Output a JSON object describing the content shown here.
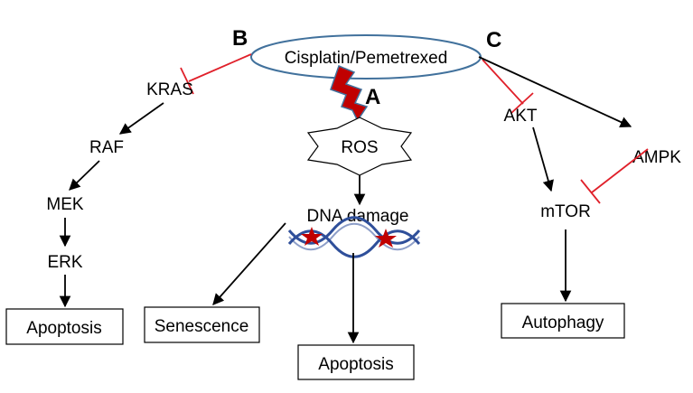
{
  "colors": {
    "inhibit": "#e0202a",
    "drug_outline": "#41719c",
    "bolt_fill": "#c00000",
    "bolt_stroke": "#41719c",
    "dna_strand": "#2f4f9a",
    "dna_star": "#c00000"
  },
  "drug": {
    "label": "Cisplatin/Pemetrexed"
  },
  "panels": {
    "a": "A",
    "b": "B",
    "c": "C"
  },
  "nodes": {
    "kras": "KRAS",
    "raf": "RAF",
    "mek": "MEK",
    "erk": "ERK",
    "ros": "ROS",
    "dna_damage": "DNA damage",
    "akt": "AKT",
    "ampk": "AMPK",
    "mtor": "mTOR"
  },
  "outcomes": {
    "apoptosis_left": "Apoptosis",
    "senescence": "Senescence",
    "apoptosis_center": "Apoptosis",
    "autophagy": "Autophagy"
  },
  "icons": [
    "lightning-bolt-icon",
    "star-burst-icon",
    "dna-helix-icon"
  ]
}
